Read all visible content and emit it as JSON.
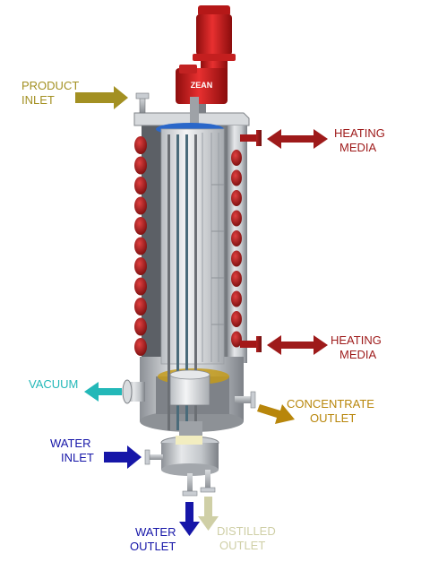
{
  "brand": {
    "logo_text": "ZEAN"
  },
  "labels": {
    "product_inlet": {
      "line1": "PRODUCT",
      "line2": "INLET"
    },
    "heating_media_top": {
      "line1": "HEATING",
      "line2": "MEDIA"
    },
    "heating_media_bottom": {
      "line1": "HEATING",
      "line2": "MEDIA"
    },
    "vacuum": "VACUUM",
    "concentrate_outlet": {
      "line1": "CONCENTRATE",
      "line2": "OUTLET"
    },
    "water_inlet": {
      "line1": "WATER",
      "line2": "INLET"
    },
    "water_outlet": {
      "line1": "WATER",
      "line2": "OUTLET"
    },
    "distilled_outlet": {
      "line1": "DISTILLED",
      "line2": "OUTLET"
    }
  },
  "colors": {
    "product": "#a08c1a",
    "heating": "#9e1a1a",
    "vacuum": "#23b8b8",
    "concentrate": "#b8860b",
    "water": "#1616a8",
    "distilled": "#cfcfa6",
    "motor": "#d81e1e",
    "steel": "#c9cdd2",
    "coil": "#a31616"
  }
}
